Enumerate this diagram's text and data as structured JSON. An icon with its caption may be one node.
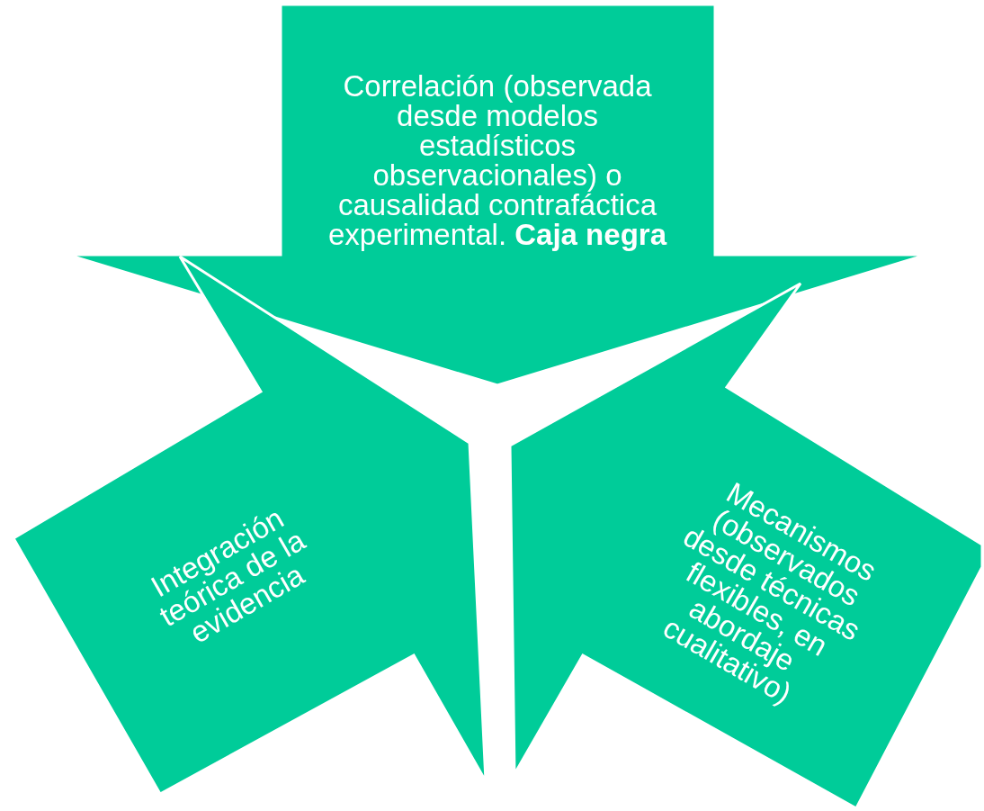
{
  "diagram": {
    "nodes": [
      {
        "text": [
          "Correlación (observada desde modelos estadísticos observacionales) o causalidad contrafáctica experimental. **Caja negra**"
        ]
      },
      {
        "text": [
          "Integración teórica de la evidencia"
        ]
      },
      {
        "text": [
          "Mecanismos (observados desde técnicas flexibles, en abordaje cualitativo)"
        ]
      }
    ]
  }
}
